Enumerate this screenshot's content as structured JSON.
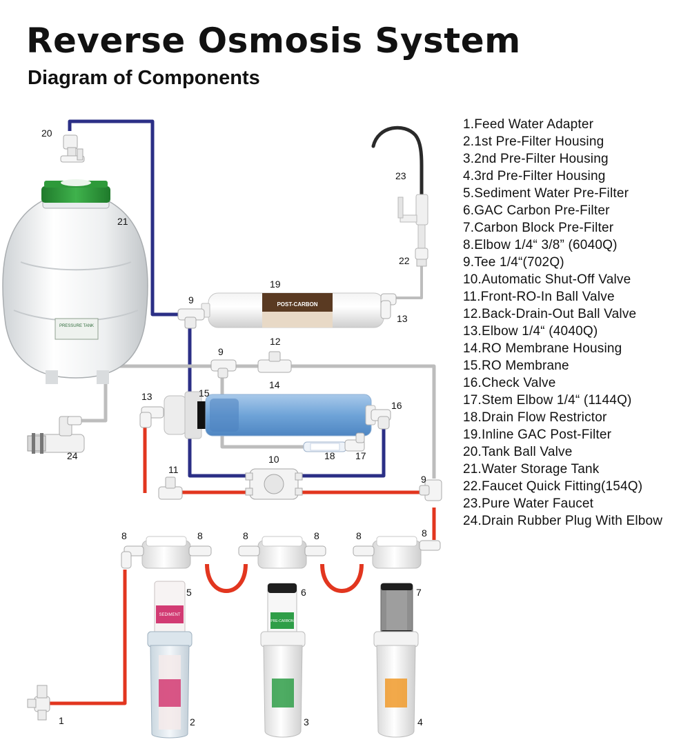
{
  "header": {
    "title": "Reverse Osmosis System",
    "subtitle": "Diagram of Components"
  },
  "legend": [
    "1.Feed Water Adapter",
    "2.1st Pre-Filter Housing",
    "3.2nd Pre-Filter Housing",
    "4.3rd Pre-Filter Housing",
    "5.Sediment Water Pre-Filter",
    "6.GAC Carbon Pre-Filter",
    "7.Carbon Block Pre-Filter",
    "8.Elbow 1/4“ 3/8” (6040Q)",
    "9.Tee 1/4“(702Q)",
    "10.Automatic Shut-Off Valve",
    "11.Front-RO-In Ball Valve",
    "12.Back-Drain-Out Ball Valve",
    "13.Elbow 1/4“ (4040Q)",
    "14.RO Membrane Housing",
    "15.RO Membrane",
    "16.Check Valve",
    "17.Stem Elbow 1/4“ (1144Q)",
    "18.Drain Flow Restrictor",
    "19.Inline GAC Post-Filter",
    "20.Tank Ball Valve",
    "21.Water Storage Tank",
    "22.Faucet Quick Fitting(154Q)",
    "23.Pure Water Faucet",
    "24.Drain Rubber Plug With Elbow"
  ],
  "callouts": {
    "n1": "1",
    "n2": "2",
    "n3": "3",
    "n4": "4",
    "n5": "5",
    "n6": "6",
    "n7": "7",
    "n8": "8",
    "n9": "9",
    "n10": "10",
    "n11": "11",
    "n12": "12",
    "n13": "13",
    "n14": "14",
    "n15": "15",
    "n16": "16",
    "n17": "17",
    "n18": "18",
    "n19": "19",
    "n20": "20",
    "n21": "21",
    "n22": "22",
    "n23": "23",
    "n24": "24"
  },
  "labels": {
    "post_filter": "POST-CARBON",
    "tank_label": "PRESSURE TANK",
    "sediment": "SEDIMENT",
    "pre_carbon": "PRE-CARBON"
  },
  "colors": {
    "tube_blue": "#2b2f86",
    "tube_red": "#e2361f",
    "tube_gray": "#bdbdbd",
    "tank_cap_green": "#2e9a3a",
    "membrane_blue": "#6fa4d8"
  }
}
